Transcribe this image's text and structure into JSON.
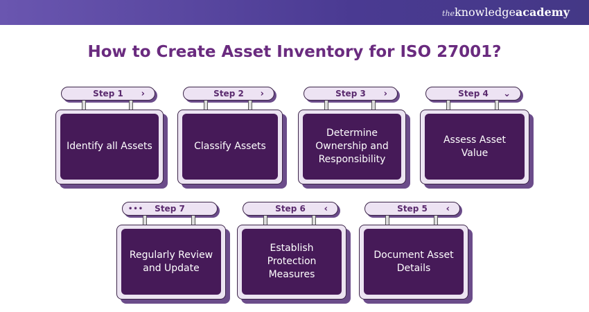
{
  "header": {
    "logo": "theknowledgeacademy",
    "logo_parts": [
      "the",
      "knowledge",
      "academy"
    ]
  },
  "title": "How to Create Asset Inventory for ISO 27001?",
  "steps": [
    {
      "label": "Step 1",
      "text": "Identify all Assets",
      "icon": "chevron-right-icon",
      "glyph": "›"
    },
    {
      "label": "Step 2",
      "text": "Classify Assets",
      "icon": "chevron-right-icon",
      "glyph": "›"
    },
    {
      "label": "Step 3",
      "text": "Determine Ownership and Responsibility",
      "icon": "chevron-right-icon",
      "glyph": "›"
    },
    {
      "label": "Step 4",
      "text": "Assess Asset Value",
      "icon": "chevron-down-icon",
      "glyph": "⌄"
    },
    {
      "label": "Step 5",
      "text": "Document Asset Details",
      "icon": "chevron-left-icon",
      "glyph": "‹"
    },
    {
      "label": "Step 6",
      "text": "Establish Protection Measures",
      "icon": "chevron-left-icon",
      "glyph": "‹"
    },
    {
      "label": "Step 7",
      "text": "Regularly Review and Update",
      "icon": "ellipsis-icon",
      "glyph": "•••"
    }
  ]
}
